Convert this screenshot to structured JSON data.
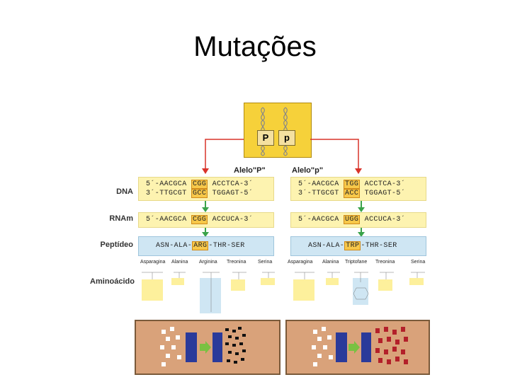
{
  "title": "Mutações",
  "chromosomes": {
    "allele_dominant": "P",
    "allele_recessive": "p"
  },
  "alleles": {
    "left": "Alelo\"P\"",
    "right": "Alelo\"p\""
  },
  "row_labels": {
    "dna": "DNA",
    "rna": "RNAm",
    "peptide": "Peptídeo",
    "amino": "Aminoácido"
  },
  "left": {
    "dna_top_pre": "5´-AACGCA ",
    "dna_top_codon": "CGG",
    "dna_top_post": " ACCTCA-3´",
    "dna_bot_pre": "3´-TTGCGT ",
    "dna_bot_codon": "GCC",
    "dna_bot_post": " TGGAGT-5´",
    "rna_pre": "5´-AACGCA ",
    "rna_codon": "CGG",
    "rna_post": " ACCUCA-3´",
    "pep_pre": "ASN-ALA-",
    "pep_codon": "ARG",
    "pep_post": "-THR-SER",
    "amino": [
      "Asparagina",
      "Alanina",
      "Arginina",
      "Treonina",
      "Serina"
    ]
  },
  "right": {
    "dna_top_pre": "5´-AACGCA ",
    "dna_top_codon": "TGG",
    "dna_top_post": " ACCTCA-3´",
    "dna_bot_pre": "3´-TTGCGT ",
    "dna_bot_codon": "ACC",
    "dna_bot_post": " TGGAGT-5´",
    "rna_pre": "5´-AACGCA ",
    "rna_codon": "UGG",
    "rna_post": " ACCUCA-3´",
    "pep_pre": "ASN-ALA-",
    "pep_codon": "TRP",
    "pep_post": "-THR-SER",
    "amino": [
      "Asparagina",
      "Alanina",
      "Triptofane",
      "Treonina",
      "Serina"
    ]
  },
  "colors": {
    "chromo_bg": "#f6d13a",
    "arrow_red": "#d9332a",
    "arrow_green": "#3aa34a",
    "cell_bg": "#d9a27a",
    "normal_pigment": "#111111",
    "mutant_pigment": "#b3202a"
  }
}
